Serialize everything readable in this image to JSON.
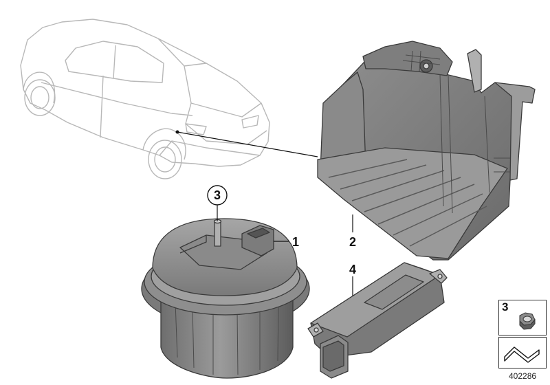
{
  "callouts": {
    "siren": "1",
    "bracket": "2",
    "nut": "3",
    "control_unit": "4"
  },
  "legend": {
    "nut_number": "3",
    "nut_icon": "hex-nut-icon",
    "shim_icon": "shim-icon"
  },
  "diagram_id": "402286",
  "colors": {
    "part_dark": "#6a6a6a",
    "part_mid": "#8c8c8c",
    "part_light": "#b4b4b4",
    "outline": "#3a3a3a",
    "car_line": "#b8b8b8"
  }
}
